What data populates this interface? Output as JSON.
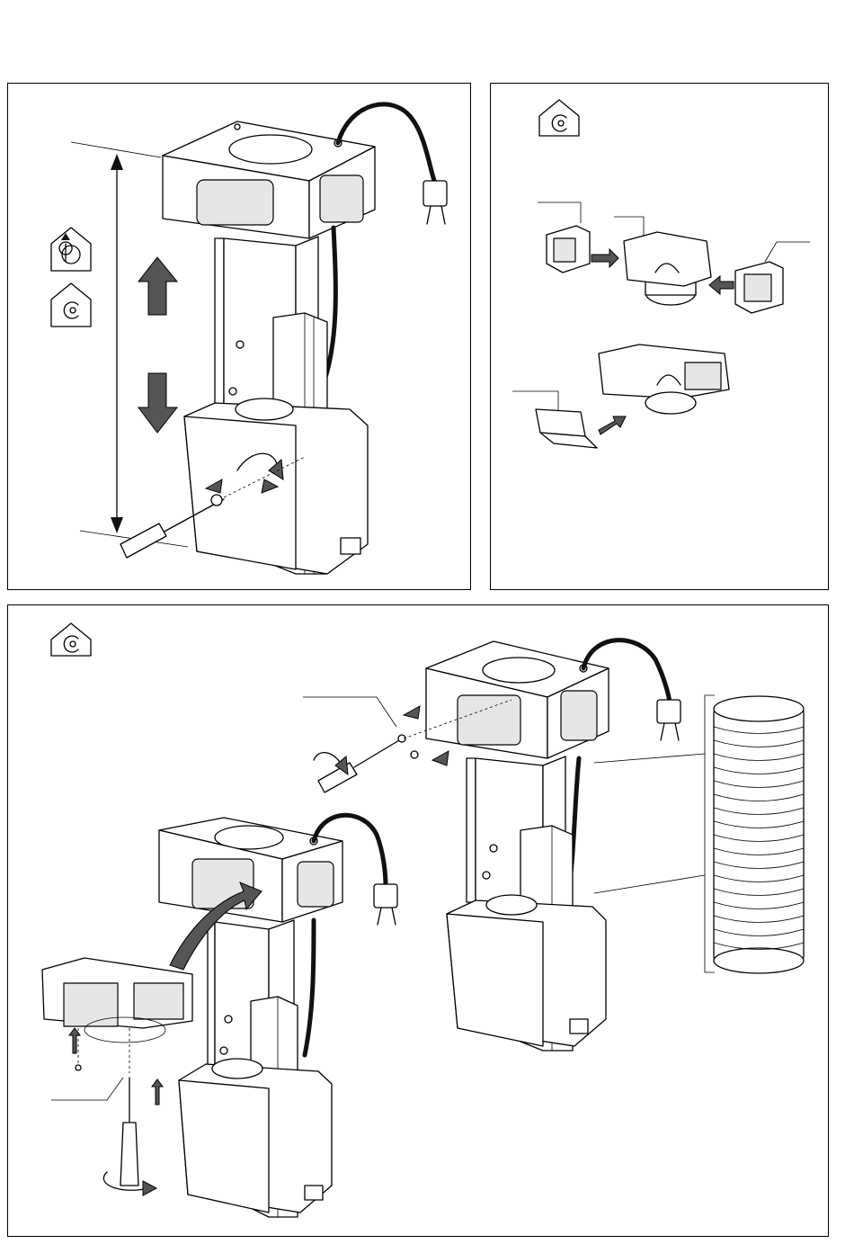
{
  "figure": {
    "panels": [
      "panel-height-adjustment",
      "panel-recirculation-deflector-assembly",
      "panel-recirculation-installation"
    ],
    "icons": {
      "extraction_mode": "house-fan-extraction-icon",
      "recirculation_mode": "house-fan-recirculation-icon"
    },
    "colors": {
      "line": "#000000",
      "fill": "#ffffff",
      "shade": "#e6e6e6",
      "dark": "#111111"
    }
  }
}
